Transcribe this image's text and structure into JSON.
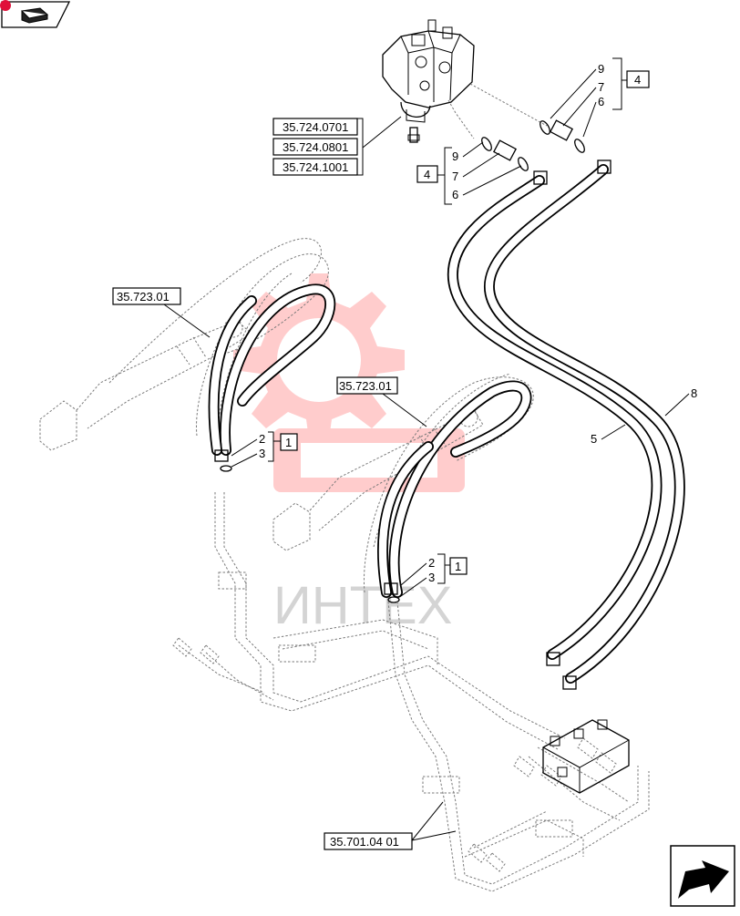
{
  "watermark": {
    "text": "ИНТЕХ",
    "color": "#ff4d4d"
  },
  "corner_badge": {
    "color": "#e0103a",
    "icon": "book-icon"
  },
  "nav_icon": "next-page-arrow-icon",
  "refs": {
    "valve_1": "35.724.0701",
    "valve_2": "35.724.0801",
    "valve_3": "35.724.1001",
    "cyl_left": "35.723.01",
    "cyl_right": "35.723.01",
    "lines": "35.701.04 01"
  },
  "callouts": {
    "top_right": {
      "a": "9",
      "b": "7",
      "c": "6",
      "group": "4"
    },
    "top_mid": {
      "a": "9",
      "b": "7",
      "c": "6",
      "group": "4"
    },
    "left_cyl": {
      "a": "2",
      "b": "3",
      "group": "1"
    },
    "right_cyl": {
      "a": "2",
      "b": "3",
      "group": "1"
    },
    "hose_8": "8",
    "hose_5": "5"
  }
}
